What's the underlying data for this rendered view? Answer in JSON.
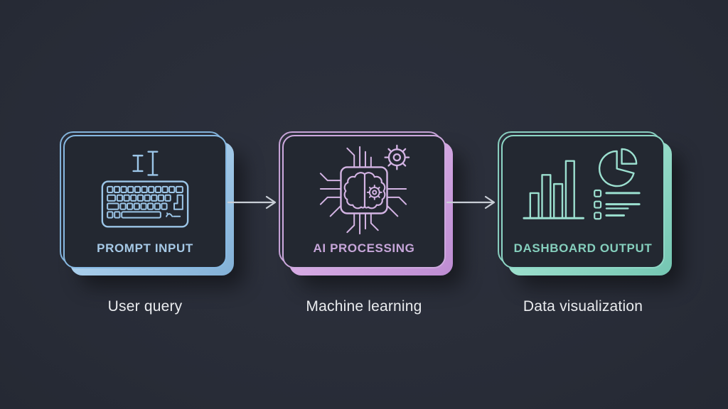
{
  "colors": {
    "page_bg_center": "#2d313d",
    "page_bg_mid": "#282c37",
    "page_bg_edge": "#222630",
    "card_bg": "#232831",
    "connector": "#c9ced6",
    "caption": "#eceef1"
  },
  "nodes": [
    {
      "id": "prompt-input",
      "title": "PROMPT INPUT",
      "caption": "User query",
      "icon": "keyboard-icon",
      "accent": "#87b9e2",
      "band_light": "#b3d6f1",
      "band_dark": "#82b0d6",
      "icon_stroke": "#9cc6e8",
      "title_color": "#a6c9e6"
    },
    {
      "id": "ai-processing",
      "title": "AI PROCESSING",
      "caption": "Machine learning",
      "icon": "chip-brain-icon",
      "accent": "#cda9de",
      "band_light": "#ddb3e8",
      "band_dark": "#bd8cd2",
      "icon_stroke": "#d4b4e4",
      "title_color": "#c7a6da"
    },
    {
      "id": "dashboard-output",
      "title": "DASHBOARD OUTPUT",
      "caption": "Data visualization",
      "icon": "dashboard-charts-icon",
      "accent": "#8ed7c6",
      "band_light": "#a6e5d3",
      "band_dark": "#74c6b2",
      "icon_stroke": "#9ce0d0",
      "title_color": "#85cfbd"
    }
  ],
  "connectors": [
    {
      "from": "prompt-input",
      "to": "ai-processing"
    },
    {
      "from": "ai-processing",
      "to": "dashboard-output"
    }
  ]
}
